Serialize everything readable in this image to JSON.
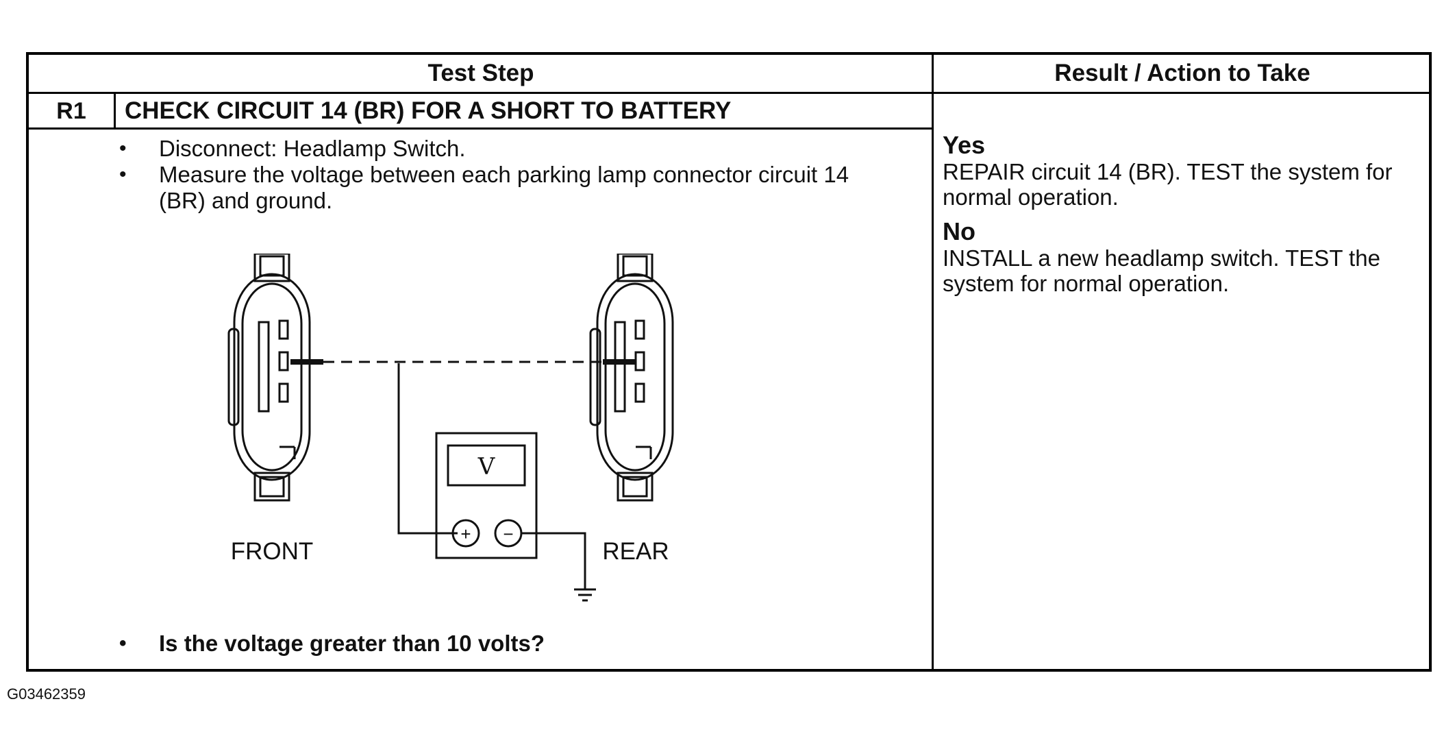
{
  "table": {
    "header_test_step": "Test Step",
    "header_result": "Result / Action to Take",
    "step_id": "R1",
    "step_title": "CHECK CIRCUIT 14 (BR) FOR A SHORT TO BATTERY",
    "instructions": [
      "Disconnect: Headlamp Switch.",
      "Measure the voltage between each parking lamp connector circuit 14 (BR) and ground."
    ],
    "question": "Is the voltage greater than 10 volts?",
    "results": [
      {
        "answer": "Yes",
        "action": "REPAIR circuit 14 (BR). TEST the system for normal operation."
      },
      {
        "answer": "No",
        "action": "INSTALL a new headlamp switch. TEST the system for normal operation."
      }
    ]
  },
  "diagram": {
    "front_label": "FRONT",
    "rear_label": "REAR",
    "meter_symbol": "V",
    "plus_symbol": "+",
    "minus_symbol": "−"
  },
  "figure_id": "G03462359"
}
